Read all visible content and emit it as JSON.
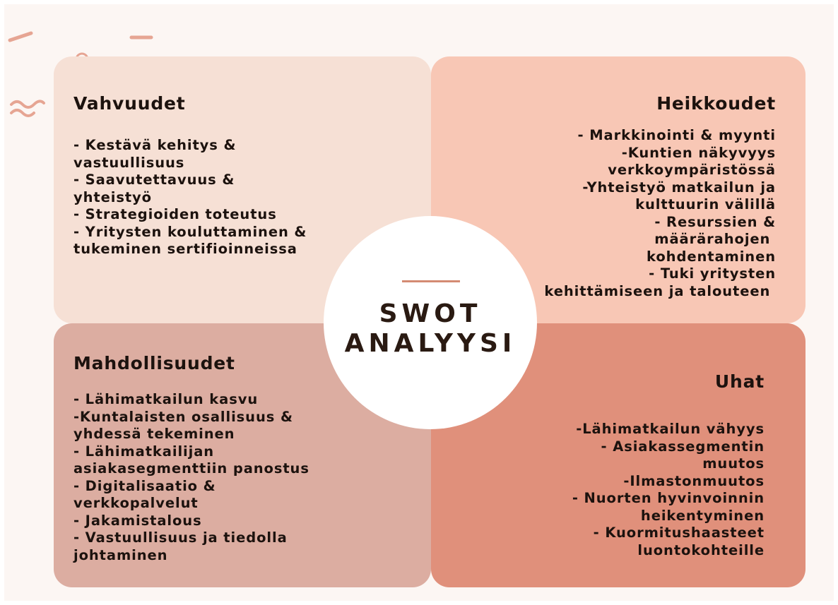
{
  "center": {
    "line1": "SWOT",
    "line2": "ANALYYSI"
  },
  "quadrants": {
    "strengths": {
      "title": "Vahvuudet",
      "lines": [
        "- Kestävä kehitys &",
        "vastuullisuus",
        "- Saavutettavuus &",
        "yhteistyö",
        "- Strategioiden toteutus",
        "- Yritysten kouluttaminen &",
        "tukeminen sertifioinneissa"
      ]
    },
    "weaknesses": {
      "title": "Heikkoudet",
      "lines": [
        "- Markkinointi & myynti",
        "-Kuntien näkyvyys",
        "verkkoympäristössä",
        "-Yhteistyö matkailun ja",
        "kulttuurin välillä",
        "- Resurssien &",
        "määrärahojen ",
        "kohdentaminen",
        "- Tuki yritysten",
        "kehittämiseen ja talouteen "
      ]
    },
    "opportunities": {
      "title": "Mahdollisuudet",
      "lines": [
        "- Lähimatkailun kasvu",
        "-Kuntalaisten osallisuus &",
        "yhdessä tekeminen",
        "- Lähimatkailijan",
        "asiakasegmenttiin panostus",
        "- Digitalisaatio &",
        "verkkopalvelut",
        "- Jakamistalous",
        "- Vastuullisuus ja tiedolla",
        "johtaminen"
      ]
    },
    "threats": {
      "title": "Uhat",
      "lines": [
        "-Lähimatkailun vähyys",
        "- Asiakassegmentin",
        "muutos",
        "-Ilmastonmuutos",
        "- Nuorten hyvinvoinnin",
        "heikentyminen",
        "- Kuormitushaasteet",
        "luontokohteille"
      ]
    }
  },
  "colors": {
    "strengths_bg": "#f6e0d5",
    "weaknesses_bg": "#f8c7b5",
    "opportunities_bg": "#dcada1",
    "threats_bg": "#e0907b",
    "accent": "#d48b73"
  }
}
